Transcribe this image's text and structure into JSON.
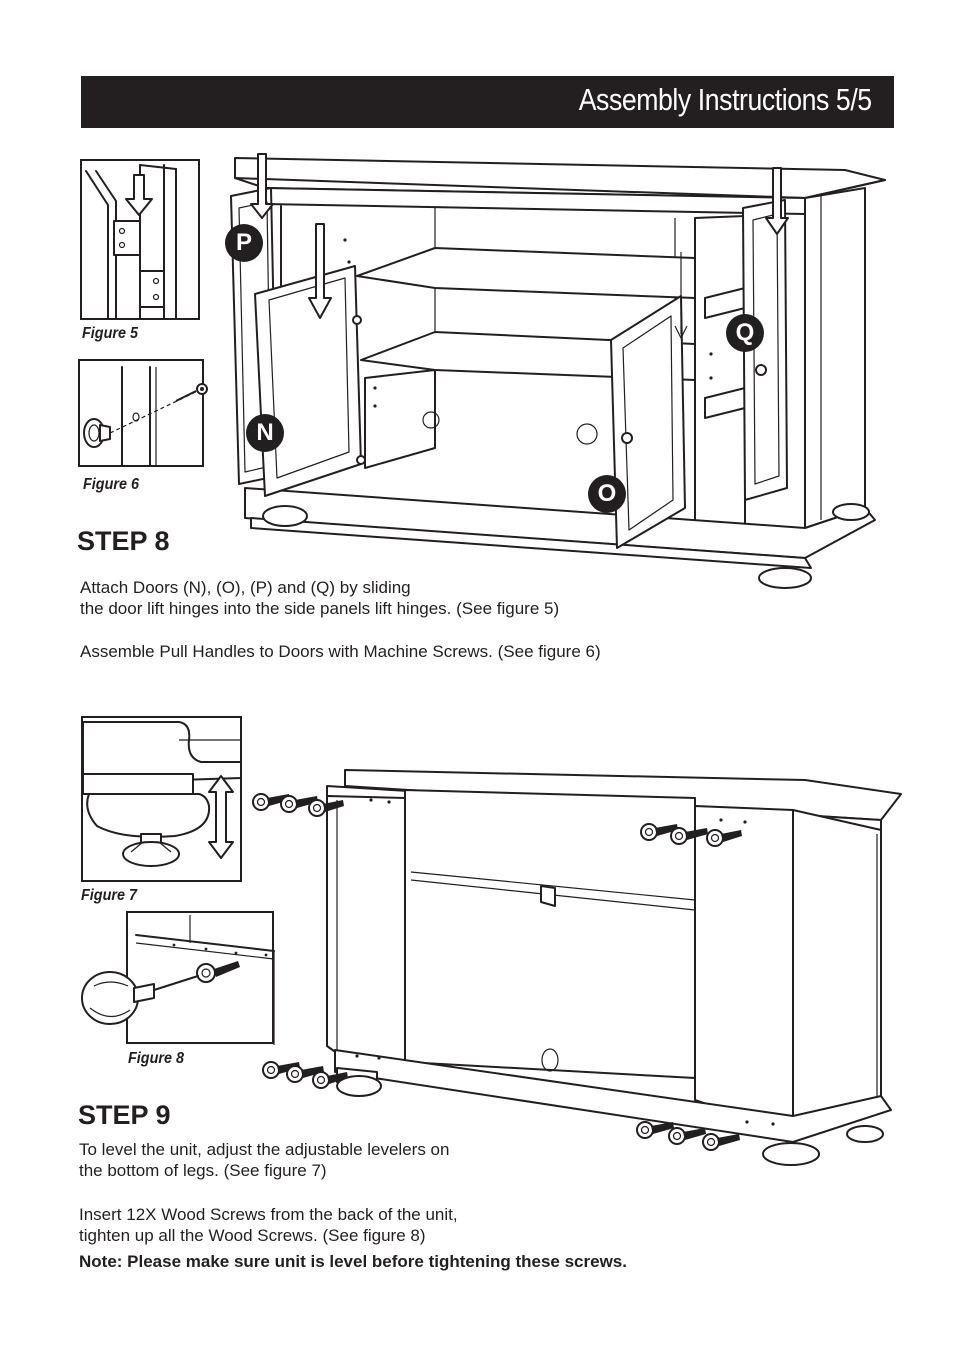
{
  "header": {
    "title": "Assembly Instructions 5/5"
  },
  "figures": {
    "fig5": "Figure 5",
    "fig6": "Figure 6",
    "fig7": "Figure 7",
    "fig8": "Figure 8"
  },
  "step8": {
    "title": "STEP 8",
    "line1": "Attach Doors (N), (O), (P) and (Q) by sliding",
    "line2": "the door lift hinges into the side panels lift hinges. (See figure 5)",
    "line3": "Assemble Pull Handles to Doors with Machine Screws. (See figure 6)",
    "labels": {
      "n": "N",
      "o": "O",
      "p": "P",
      "q": "Q"
    }
  },
  "step9": {
    "title": "STEP 9",
    "line1": "To level the unit, adjust the adjustable levelers on",
    "line2": "the bottom of legs. (See figure 7)",
    "line3": "Insert 12X Wood Screws from the back of the unit,",
    "line4": "tighten up all the Wood Screws. (See figure 8)",
    "note": "Note: Please make sure unit is level before tightening these screws."
  },
  "colors": {
    "ink": "#231f20",
    "paper": "#ffffff",
    "shade": "#e6e6e6"
  },
  "icons": [
    "down-arrow-icon",
    "up-down-arrow-icon",
    "wood-screw-icon",
    "pull-handle-icon",
    "screwdriver-icon"
  ]
}
